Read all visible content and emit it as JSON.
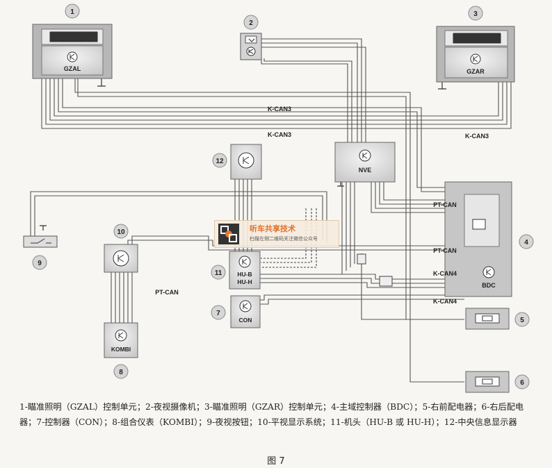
{
  "labels": {
    "gzal": "GZAL",
    "gzar": "GZAR",
    "nve": "NVE",
    "bdc": "BDC",
    "kombi": "KOMBI",
    "con": "CON",
    "hub": "HU-B",
    "huh": "HU-H",
    "kcan3_a": "K-CAN3",
    "kcan3_b": "K-CAN3",
    "kcan3_c": "K-CAN3",
    "ptcan_a": "PT-CAN",
    "ptcan_b": "PT-CAN",
    "ptcan_c": "PT-CAN",
    "kcan4_a": "K-CAN4",
    "kcan4_b": "K-CAN4"
  },
  "numbers": [
    "1",
    "2",
    "3",
    "4",
    "5",
    "6",
    "7",
    "8",
    "9",
    "10",
    "11",
    "12"
  ],
  "watermark": {
    "title": "听车共享技术",
    "subtitle": "扫描左侧二维码关注微信公众号"
  },
  "caption": "1-瞄准照明（GZAL）控制单元；2-夜视摄像机；3-瞄准照明（GZAR）控制单元；4-主域控制器（BDC）；5-右前配电器；6-右后配电器；7-控制器（CON）；8-组合仪表（KOMBI）；9-夜视按钮；10-平视显示系统；11-机头（HU-B 或 HU-H）；12-中央信息显示器",
  "figure_label": "图 7"
}
